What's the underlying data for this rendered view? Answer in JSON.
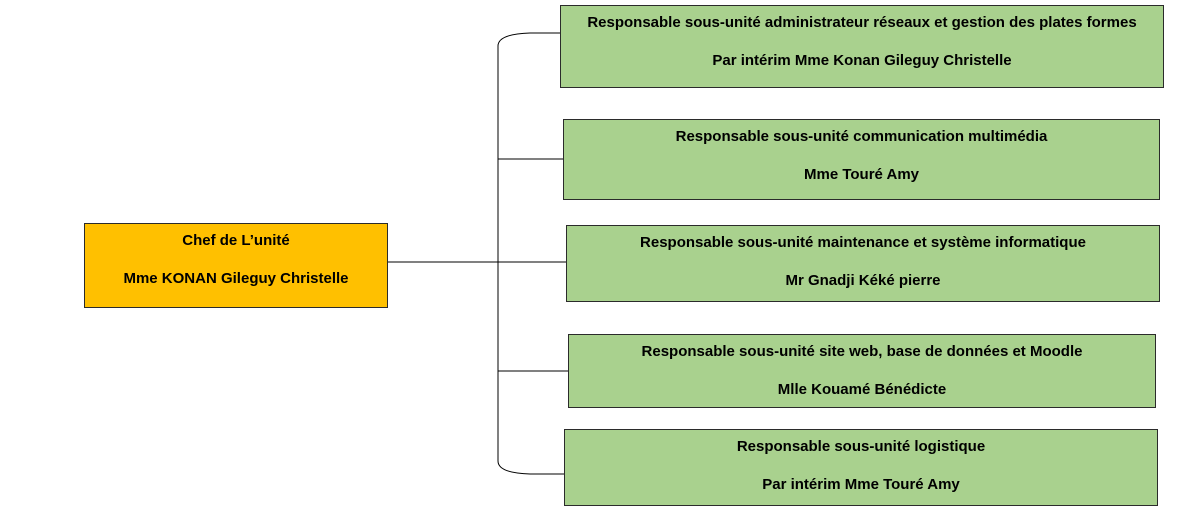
{
  "chef": {
    "title": "Chef de L’unité",
    "name": "Mme KONAN Gileguy Christelle",
    "color": "#ffc000"
  },
  "units": [
    {
      "title": "Responsable sous-unité administrateur réseaux et gestion des plates formes",
      "name": "Par intérim Mme Konan Gileguy Christelle"
    },
    {
      "title": "Responsable sous-unité communication multimédia",
      "name": "Mme Touré Amy"
    },
    {
      "title": "Responsable sous-unité maintenance et système informatique",
      "name": "Mr Gnadji Kéké pierre"
    },
    {
      "title": "Responsable sous-unité site web, base de données et Moodle",
      "name": "Mlle Kouamé Bénédicte"
    },
    {
      "title": "Responsable sous-unité logistique",
      "name": "Par intérim Mme Touré Amy"
    }
  ],
  "colors": {
    "unit_fill": "#a9d18e",
    "connector": "#000000"
  }
}
